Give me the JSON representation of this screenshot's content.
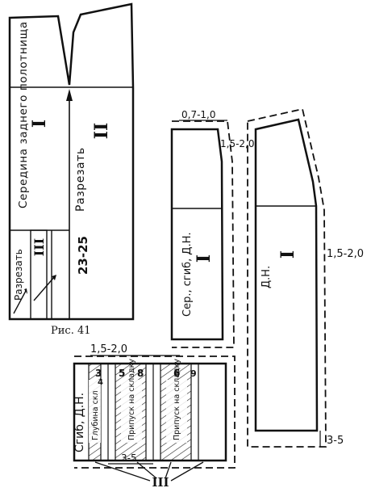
{
  "figure": {
    "caption": "Рис. 41"
  },
  "pattern_main": {
    "label_center_back": "Середина заднего полотнища",
    "label_cut": "Разрезать",
    "label_cut_lower": "Разрезать",
    "label_piece_1": "I",
    "label_piece_2": "II",
    "label_piece_3": "III",
    "dimension_23_25": "23-25"
  },
  "piece_I_small": {
    "dim_top": "0,7-1,0",
    "dim_side": "1,5-2,0",
    "label_fold": "Сер., сгиб, Д.Н.",
    "label_roman": "I"
  },
  "piece_I_large": {
    "dim_side": "1,5-2,0",
    "dim_bottom": "3-5",
    "label_dn": "Д.Н.",
    "label_roman": "I"
  },
  "piece_III": {
    "dim_top": "1,5-2,0",
    "label_fold": "Сгиб, Д.Н.",
    "seg1_num": "3",
    "seg1_den": "4",
    "seg2_num": "5",
    "seg2_den": "8",
    "seg3_num": "6",
    "seg3_den": "9",
    "stripe_label_1": "Глубина скл",
    "stripe_label_2": "Припуск на складку",
    "stripe_label_3": "Припуск на складку",
    "dim_bottom": "3-5",
    "label_roman": "III"
  }
}
